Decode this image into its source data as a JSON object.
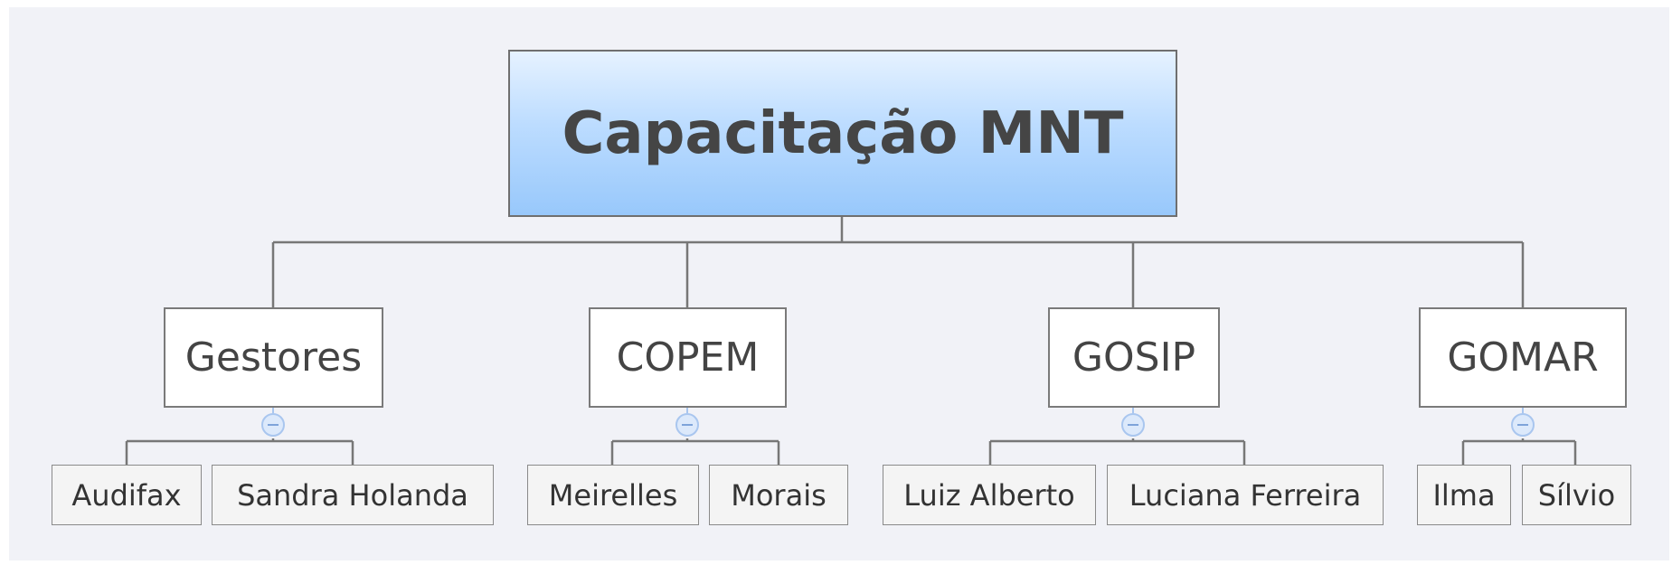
{
  "root": {
    "label": "Capacitação MNT"
  },
  "branches": [
    {
      "label": "Gestores",
      "children": [
        "Audifax",
        "Sandra Holanda"
      ]
    },
    {
      "label": "COPEM",
      "children": [
        "Meirelles",
        "Morais"
      ]
    },
    {
      "label": "GOSIP",
      "children": [
        "Luiz Alberto",
        "Luciana Ferreira"
      ]
    },
    {
      "label": "GOMAR",
      "children": [
        "Ilma",
        "Sílvio"
      ]
    }
  ],
  "colors": {
    "root_gradient_top": "#e6f2ff",
    "root_gradient_bottom": "#98c8fb",
    "connector": "#777777",
    "collapse_toggle": "#a9c6ef",
    "background": "#f1f2f7"
  },
  "icons": {
    "collapse": "minus-circle-icon"
  }
}
